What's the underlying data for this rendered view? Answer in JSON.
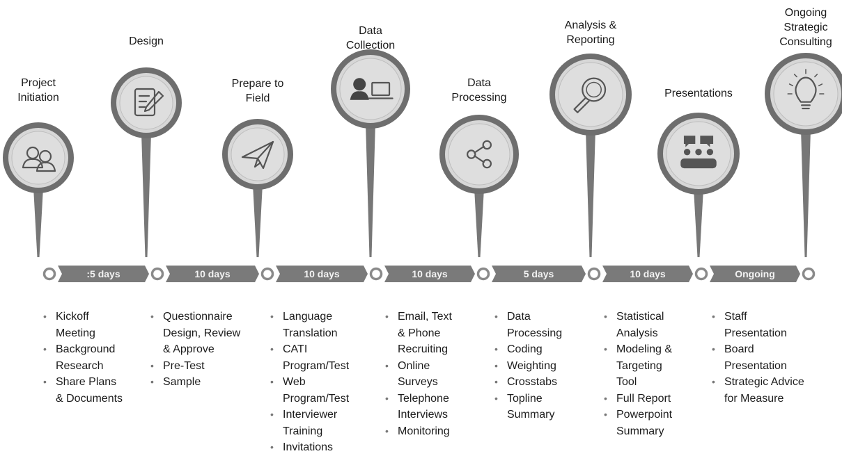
{
  "colors": {
    "pin_ring": "#6e6e6e",
    "pin_face": "#d7d7d7",
    "bar": "#7a7a7a",
    "bar_dark": "#5c5c5c",
    "dot": "#8a8a8a"
  },
  "phases": [
    {
      "title": "Project\nInitiation",
      "icon": "people-icon",
      "duration": ":5 days",
      "items": [
        "Kickoff\nMeeting",
        "Background\nResearch",
        "Share Plans\n& Documents"
      ]
    },
    {
      "title": "Design",
      "icon": "document-pen-icon",
      "duration": "10 days",
      "items": [
        "Questionnaire\nDesign, Review\n& Approve",
        "Pre-Test",
        "Sample"
      ]
    },
    {
      "title": "Prepare to\nField",
      "icon": "paper-plane-icon",
      "duration": "10 days",
      "items": [
        "Language\nTranslation",
        "CATI\nProgram/Test",
        "Web\nProgram/Test",
        "Interviewer\nTraining",
        "Invitations"
      ]
    },
    {
      "title": "Data\nCollection",
      "icon": "headset-laptop-icon",
      "duration": "10 days",
      "items": [
        "Email, Text\n& Phone\nRecruiting",
        "Online\nSurveys",
        "Telephone\nInterviews",
        "Monitoring"
      ]
    },
    {
      "title": "Data\nProcessing",
      "icon": "share-nodes-icon",
      "duration": "5 days",
      "items": [
        "Data\nProcessing",
        "Coding",
        "Weighting",
        "Crosstabs",
        "Topline\nSummary"
      ]
    },
    {
      "title": "Analysis &\nReporting",
      "icon": "magnifier-icon",
      "duration": "10 days",
      "items": [
        "Statistical\nAnalysis",
        "Modeling &\nTargeting\nTool",
        "Full Report",
        "Powerpoint\nSummary"
      ]
    },
    {
      "title": "Presentations",
      "icon": "meeting-chat-icon",
      "duration": "Ongoing",
      "items": [
        "Staff\nPresentation",
        "Board\nPresentation",
        "Strategic Advice\nfor Measure"
      ]
    },
    {
      "title": "Ongoing\nStrategic\nConsulting",
      "icon": "lightbulb-icon",
      "duration": "",
      "items": []
    }
  ]
}
